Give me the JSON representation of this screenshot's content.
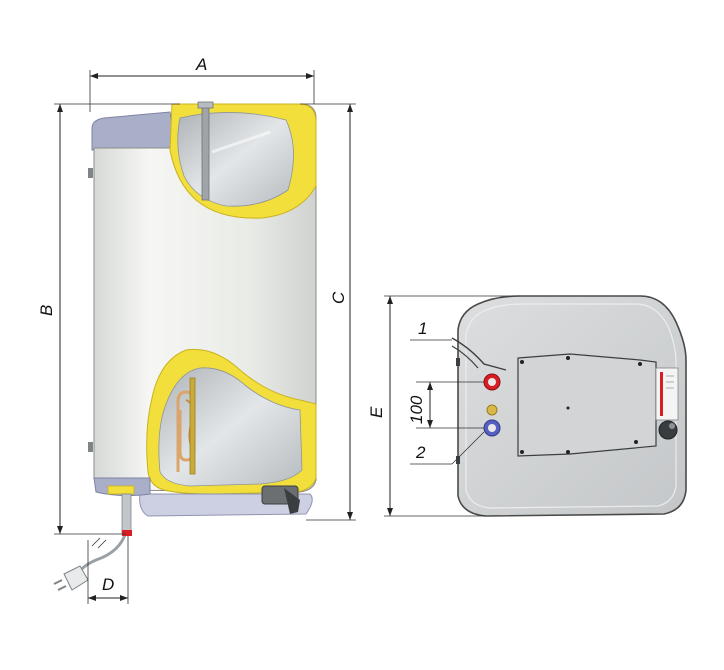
{
  "dimensions": {
    "A": "A",
    "B": "B",
    "C": "C",
    "D": "D",
    "E": "E",
    "spacing": "100"
  },
  "callouts": {
    "one": "1",
    "two": "2"
  },
  "colors": {
    "insulation": "#f2df3c",
    "tank_body": "#eceeea",
    "tank_inner": "#c9cdd0",
    "cap": "#a9aec9",
    "side_panel": "#d4d6d8",
    "side_outline": "#4a4a4a",
    "hot_port": "#d81e24",
    "cold_port": "#5560c0",
    "middle_port": "#d9b84a",
    "heater": "#d9a56a"
  }
}
